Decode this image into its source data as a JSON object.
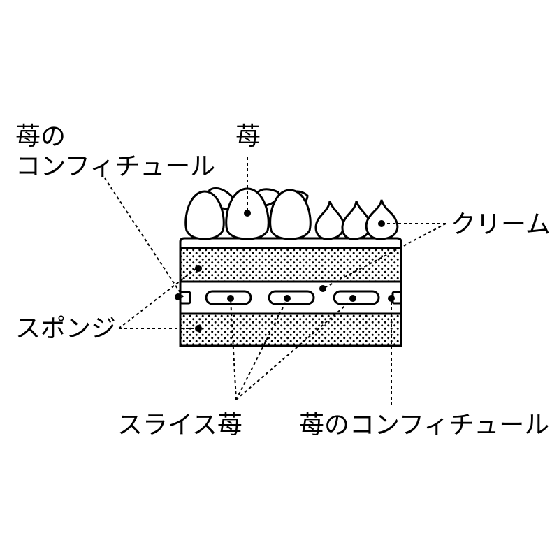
{
  "labels": {
    "confiture_top_line1": "苺の",
    "confiture_top_line2": "コンフィチュール",
    "strawberry": "苺",
    "cream": "クリーム",
    "sponge": "スポンジ",
    "sliced_strawberry": "スライス苺",
    "confiture_bottom": "苺のコンフィチュール"
  },
  "colors": {
    "ink": "#000000",
    "paper": "#ffffff"
  }
}
